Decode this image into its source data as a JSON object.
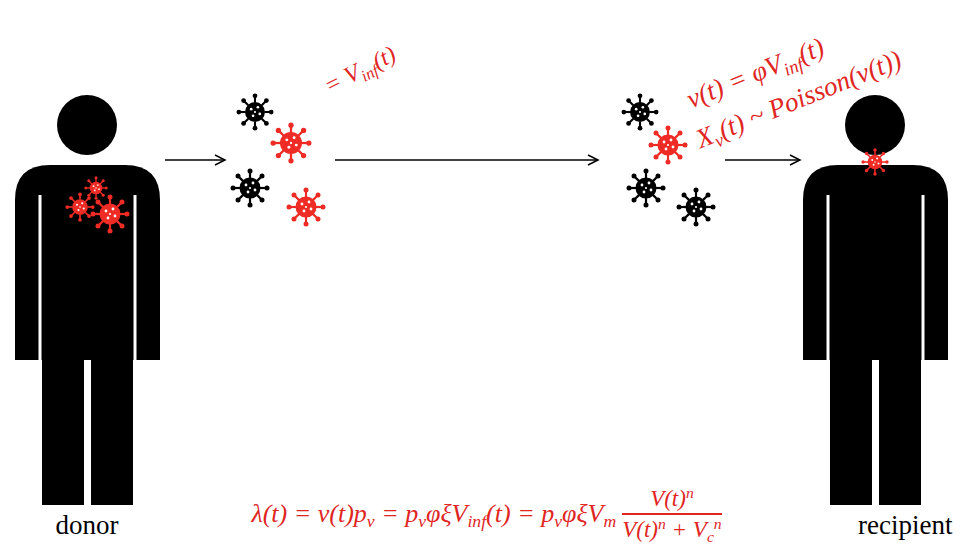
{
  "diagram": {
    "nodes": [
      {
        "text": [
          "donor"
        ]
      },
      {
        "text": [
          "= Vinf(t)"
        ]
      },
      {
        "text": [
          "v(t) = φVinf(t)",
          "Xv(t) ~ Poisson(v(t))"
        ]
      },
      {
        "text": [
          "recipient"
        ]
      }
    ],
    "edges": [
      {
        "from": 0,
        "to": 1,
        "arrow": "to"
      },
      {
        "from": 1,
        "to": 2,
        "arrow": "to"
      },
      {
        "from": 2,
        "to": 3,
        "arrow": "to"
      }
    ],
    "labels": [
      "λ(t) = v(t)pv = pvφξVinf(t) = pvφξVm",
      "V(t)n",
      "V(t)n + Vcn"
    ]
  }
}
